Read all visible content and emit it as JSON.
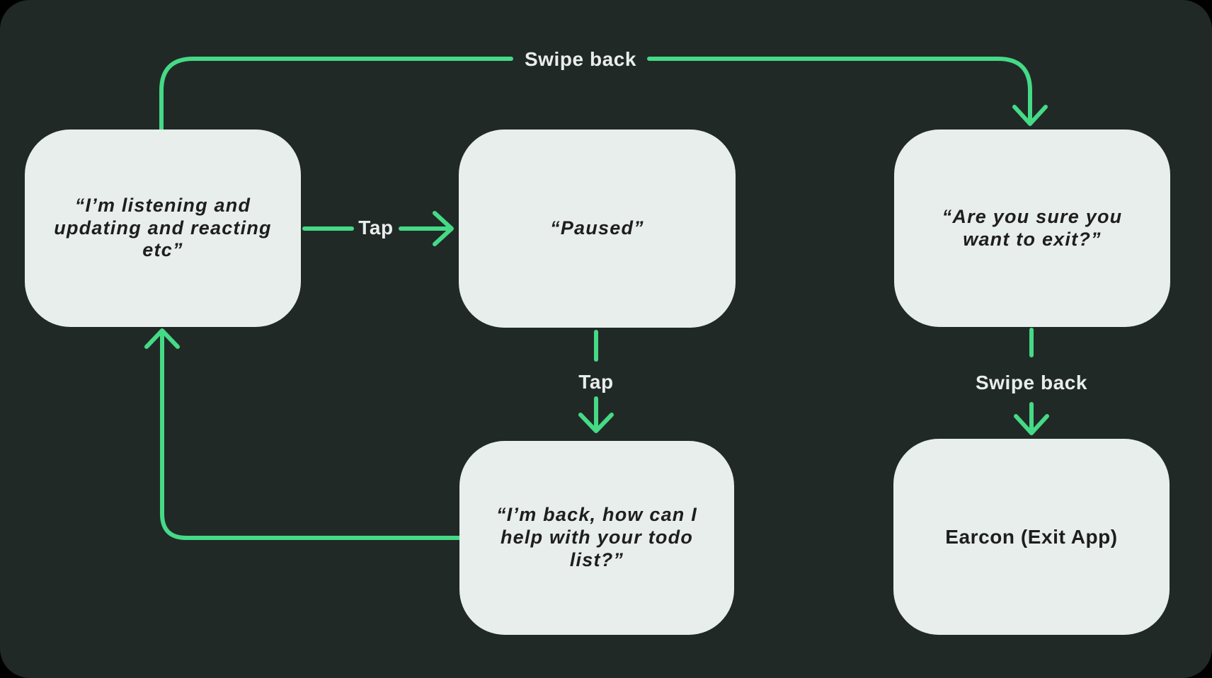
{
  "colors": {
    "accent": "#45da86",
    "background": "#212927",
    "node_fill": "#e8eeeb",
    "node_text": "#1e1e1e",
    "label_text": "#e9eeec"
  },
  "labels": {
    "swipe_back_top": "Swipe back",
    "tap_right": "Tap",
    "tap_down": "Tap",
    "swipe_back_down": "Swipe back"
  },
  "nodes": [
    {
      "id": "listening",
      "lines": [
        "“I’m listening and",
        "updating and reacting",
        "etc”"
      ]
    },
    {
      "id": "paused",
      "lines": [
        "“Paused”"
      ]
    },
    {
      "id": "confirm-exit",
      "lines": [
        "“Are you sure you",
        "want to exit?”"
      ]
    },
    {
      "id": "back-todo",
      "lines": [
        "“I’m back, how can I",
        "help with your todo",
        "list?”"
      ]
    },
    {
      "id": "earcon-exit",
      "lines": [
        "Earcon (Exit App)"
      ]
    }
  ]
}
